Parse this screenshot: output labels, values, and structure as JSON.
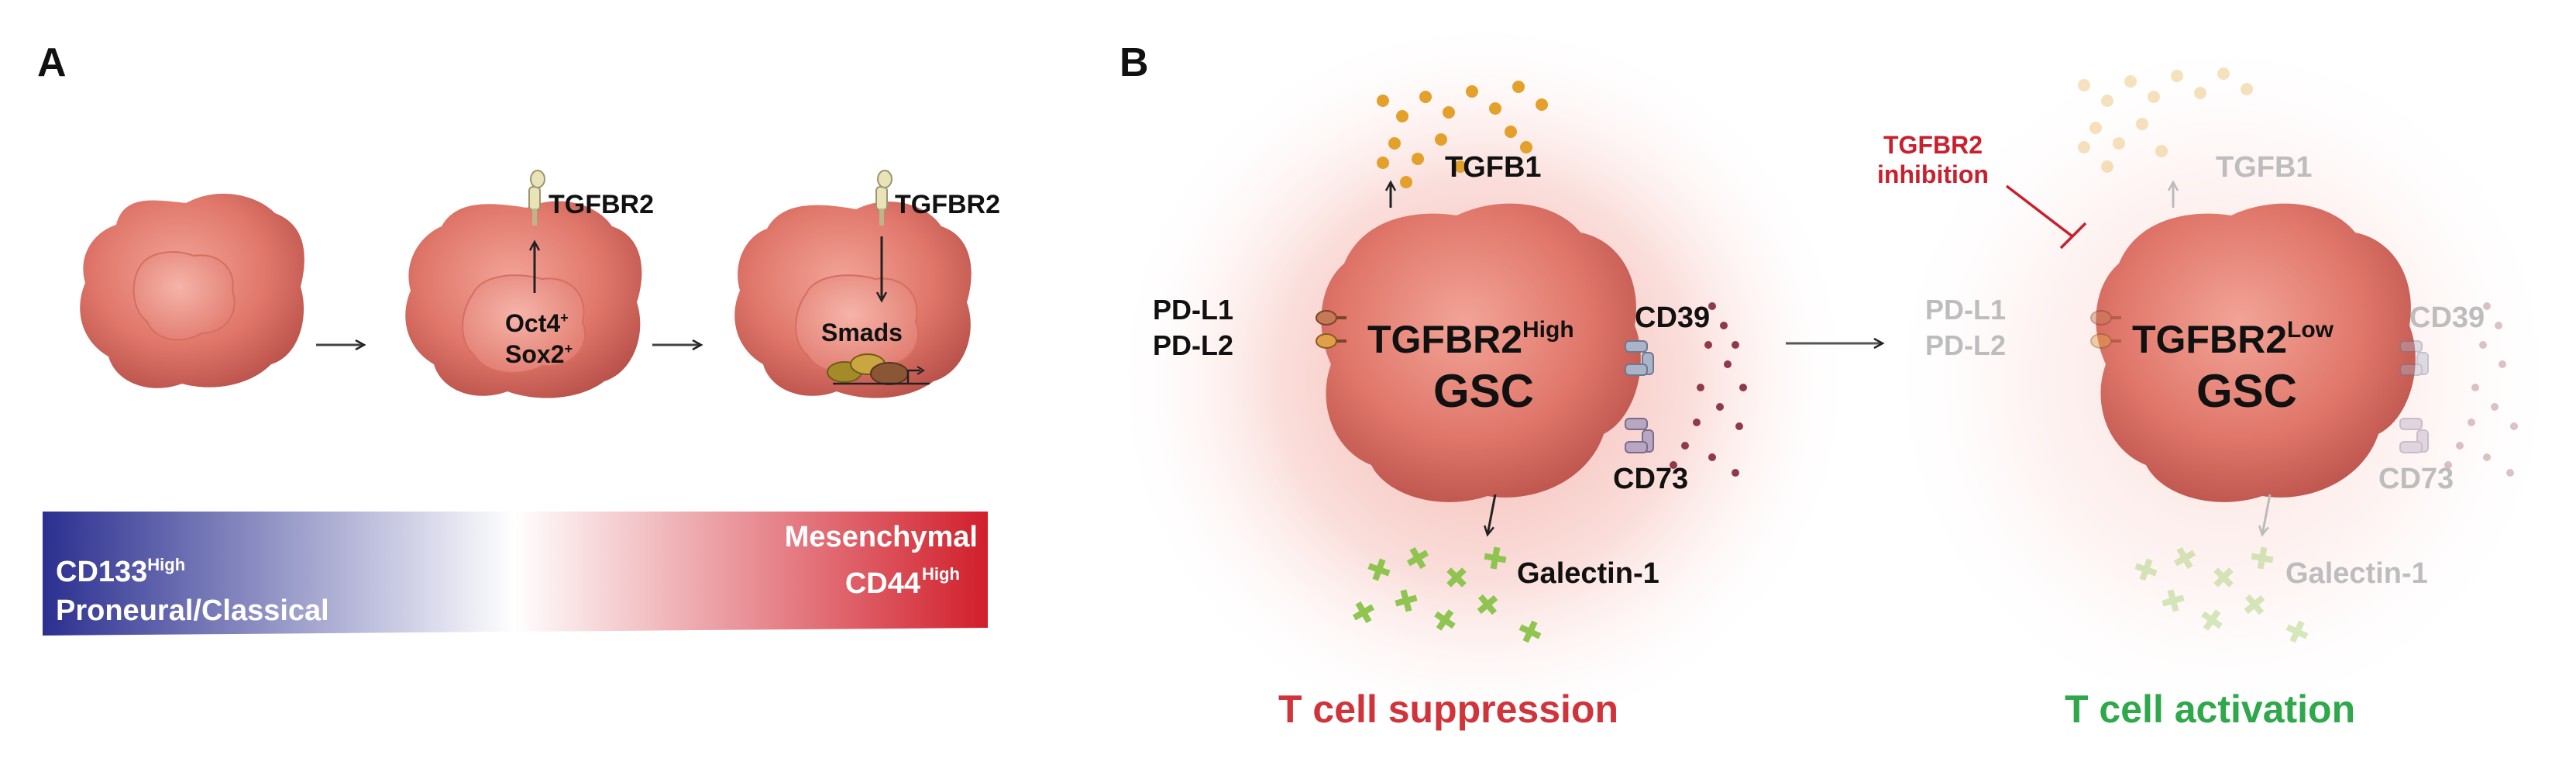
{
  "panel_a": {
    "label": "A",
    "receptor_label_1": "TGFBR2",
    "receptor_label_2": "TGFBR2",
    "nucleus_marker_1": "Oct4",
    "nucleus_marker_1_sup": "+",
    "nucleus_marker_2": "Sox2",
    "nucleus_marker_2_sup": "+",
    "smads_label": "Smads",
    "gradient": {
      "left_line1": "CD133",
      "left_line1_sup": "High",
      "left_line2": "Proneural/Classical",
      "right_line1": "Mesenchymal",
      "right_line2": "CD44",
      "right_line2_sup": "High",
      "left_color": "#2b2f8f",
      "right_color": "#d11f2b"
    }
  },
  "panel_b": {
    "label": "B",
    "high_cell": {
      "name": "TGFBR2",
      "name_sup": "High",
      "type": "GSC",
      "tgfb": "TGFB1",
      "pdl1": "PD-L1",
      "pdl2": "PD-L2",
      "cd39": "CD39",
      "cd73": "CD73",
      "galectin": "Galectin-1",
      "outcome": "T cell suppression",
      "outcome_color": "#d0343a"
    },
    "inhibition_line1": "TGFBR2",
    "inhibition_line2": "inhibition",
    "inhibition_color": "#c8202d",
    "low_cell": {
      "name": "TGFBR2",
      "name_sup": "Low",
      "type": "GSC",
      "tgfb": "TGFB1",
      "pdl1": "PD-L1",
      "pdl2": "PD-L2",
      "cd39": "CD39",
      "cd73": "CD73",
      "galectin": "Galectin-1",
      "outcome": "T cell activation",
      "outcome_color": "#2ea84a"
    }
  },
  "colors": {
    "cell_fill": "#e27a6e",
    "cell_dark": "#c45a52",
    "nucleus": "#eb8f84",
    "text": "#111111",
    "faded_text": "#bdbdbd",
    "tgfb_dot": "#e3a02a",
    "galectin": "#8bc34a"
  }
}
